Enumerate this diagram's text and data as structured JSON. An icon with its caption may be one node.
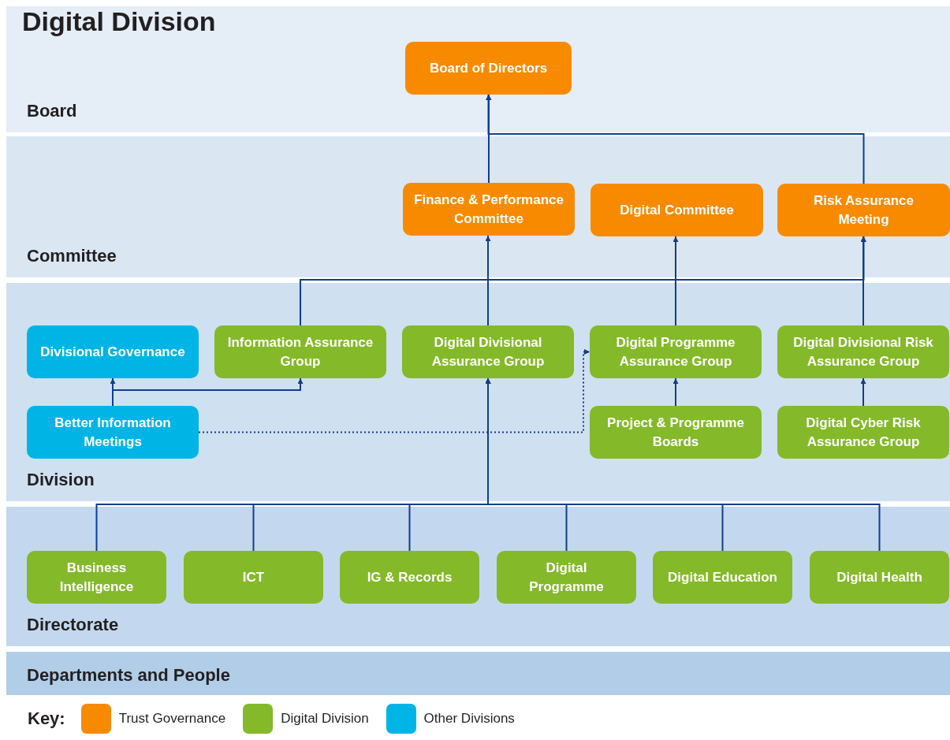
{
  "diagram": {
    "title": "Digital Division",
    "nodes": [
      {
        "text": [
          "Board"
        ]
      },
      {
        "text": [
          "Board of Directors"
        ],
        "in": 0
      },
      {
        "text": [
          "Committee"
        ]
      },
      {
        "text": [
          "Finance & Performance Committee"
        ],
        "in": 2
      },
      {
        "text": [
          "Digital Committee"
        ],
        "in": 2
      },
      {
        "text": [
          "Risk Assurance Meeting"
        ],
        "in": 2
      },
      {
        "text": [
          "Division"
        ]
      },
      {
        "text": [
          "Divisional Governance"
        ],
        "in": 6
      },
      {
        "text": [
          "Information Assurance Group"
        ],
        "in": 6
      },
      {
        "text": [
          "Digital Divisional Assurance Group"
        ],
        "in": 6
      },
      {
        "text": [
          "Digital Programme Assurance Group"
        ],
        "in": 6
      },
      {
        "text": [
          "Digital Divisional Risk Assurance Group"
        ],
        "in": 6
      },
      {
        "text": [
          "Better Information Meetings"
        ],
        "in": 6
      },
      {
        "text": [
          "Project & Programme Boards"
        ],
        "in": 6
      },
      {
        "text": [
          "Digital Cyber Risk Assurance Group"
        ],
        "in": 6
      },
      {
        "text": [
          "Directorate"
        ]
      },
      {
        "text": [
          "Business Intelligence"
        ],
        "in": 15
      },
      {
        "text": [
          "ICT"
        ],
        "in": 15
      },
      {
        "text": [
          "IG & Records"
        ],
        "in": 15
      },
      {
        "text": [
          "Digital Programme"
        ],
        "in": 15
      },
      {
        "text": [
          "Digital Education"
        ],
        "in": 15
      },
      {
        "text": [
          "Digital Health"
        ],
        "in": 15
      },
      {
        "text": [
          "Departments and People"
        ]
      }
    ],
    "edges": [
      {
        "from": 3,
        "to": 1,
        "arrow": "to"
      },
      {
        "from": 5,
        "to": 1,
        "arrow": "to"
      },
      {
        "from": 9,
        "to": 3,
        "arrow": "to"
      },
      {
        "from": 10,
        "to": 4,
        "arrow": "to"
      },
      {
        "from": 11,
        "to": 5,
        "arrow": "to"
      },
      {
        "from": 8,
        "to": 5,
        "arrow": "to"
      },
      {
        "from": 12,
        "to": 7,
        "arrow": "to"
      },
      {
        "from": 12,
        "to": 8,
        "arrow": "to"
      },
      {
        "from": 12,
        "to": 10,
        "arrow": "to",
        "style": "dashed"
      },
      {
        "from": 13,
        "to": 10,
        "arrow": "to"
      },
      {
        "from": 14,
        "to": 11,
        "arrow": "to"
      },
      {
        "from": 16,
        "to": 9,
        "arrow": "to"
      },
      {
        "from": 17,
        "to": 9,
        "arrow": "to"
      },
      {
        "from": 18,
        "to": 9,
        "arrow": "to"
      },
      {
        "from": 19,
        "to": 9,
        "arrow": "to"
      },
      {
        "from": 20,
        "to": 9,
        "arrow": "to"
      },
      {
        "from": 21,
        "to": 9,
        "arrow": "to"
      }
    ],
    "labels": [
      "Key:"
    ],
    "legend": [
      {
        "text": "Trust Governance",
        "color": "#f88a00"
      },
      {
        "text": "Digital Division",
        "color": "#84b92a"
      },
      {
        "text": "Other Divisions",
        "color": "#00b5e6"
      }
    ]
  }
}
